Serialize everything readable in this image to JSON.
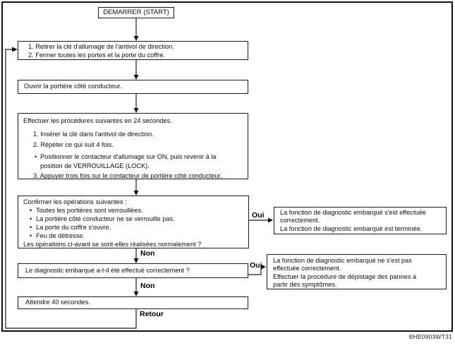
{
  "flow": {
    "start": "DEMARRER (START)",
    "step1": {
      "line1": "1. Retirer la clé d'allumage de l'antivol de direction.",
      "line2": "2. Fermer toutes les portes et la porte du coffre."
    },
    "step2": "Ouvrir la portière côté conducteur.",
    "step3": {
      "heading": "Effectuer les procédures suivantes en 24 secondes.",
      "item1": "1. Insérer la clé dans l'antivol de direction.",
      "item2": "2. Répéter ce qui suit 4 fois.",
      "bullet_line1": "Positionner le contacteur d'allumage sur ON, puis revenir à la",
      "bullet_line2": "position de VERROUILLAGE (LOCK).",
      "item3": "3. Appuyer trois fois sur le contacteur de portière côté conducteur."
    },
    "step4": {
      "heading": "Confirmer les opérations suivantes :",
      "bullet1": "Toutes les portières sont verrouillées.",
      "bullet2": "La portière côté conducteur ne se verrouille pas.",
      "bullet3": "La porte du coffre s'ouvre.",
      "bullet4": "Feu de détresse.",
      "question": "Les opérations ci-avant se sont-elles réalisées normalement ?"
    },
    "step5": "Le diagnostic embarqué a-t-il été effectué correctement ?",
    "step6": "Attendre 40 secondes.",
    "result_ok": {
      "line1": "La fonction de diagnostic embarqué s'est effectuée",
      "line2": "correctement.",
      "line3": "La fonction de diagnostic embarqué est terminée."
    },
    "result_fail": {
      "line1": "La fonction de diagnostic embarqué ne s'est pas",
      "line2": "effectuée correctement.",
      "line3": "Effectuer la procédure de dépistage des pannes à",
      "line4": "partir des symptômes."
    },
    "labels": {
      "oui1": "Oui",
      "oui2": "Oui",
      "non1": "Non",
      "non2": "Non",
      "retour": "Retour"
    },
    "figure_code": "BHE0903WT31",
    "colors": {
      "line": "#1a1a1a",
      "background": "#ffffff"
    }
  }
}
